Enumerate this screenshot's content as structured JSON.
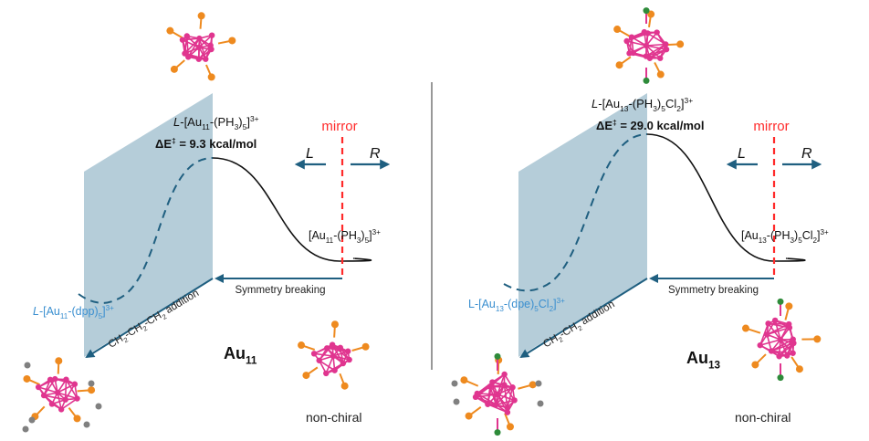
{
  "colors": {
    "plane": "#b5cdd9",
    "arrow": "#1f5f80",
    "mirror": "#ff2a2a",
    "label_blue": "#3a8fd0",
    "cluster": "#e0358f",
    "ligand": "#ee8a1f",
    "carbon": "#808080",
    "chlorine": "#2e8b3a"
  },
  "panels": [
    {
      "id": "au11",
      "mirror_label": "mirror",
      "left_label": "L",
      "right_label": "R",
      "ts_label": [
        {
          "t": "L",
          "i": true
        },
        {
          "t": "-[Au"
        },
        {
          "t": "11",
          "sub": true
        },
        {
          "t": "-(PH"
        },
        {
          "t": "3",
          "sub": true
        },
        {
          "t": ")"
        },
        {
          "t": "5",
          "sub": true
        },
        {
          "t": "]"
        },
        {
          "t": "3+",
          "sup": true
        }
      ],
      "barrier": [
        {
          "t": "ΔE"
        },
        {
          "t": "‡",
          "sup": true
        },
        {
          "t": " = 9.3 kcal/mol"
        }
      ],
      "reactant_label": [
        {
          "t": "[Au"
        },
        {
          "t": "11",
          "sub": true
        },
        {
          "t": "-(PH"
        },
        {
          "t": "3",
          "sub": true
        },
        {
          "t": ")"
        },
        {
          "t": "5",
          "sub": true
        },
        {
          "t": "]"
        },
        {
          "t": "3+",
          "sup": true
        }
      ],
      "product_label": [
        {
          "t": "L",
          "i": true
        },
        {
          "t": "-[Au"
        },
        {
          "t": "11",
          "sub": true
        },
        {
          "t": "-(dpp)"
        },
        {
          "t": "5",
          "sub": true
        },
        {
          "t": "]"
        },
        {
          "t": "3+",
          "sup": true
        }
      ],
      "symmetry_label": "Symmetry breaking",
      "addition_label": [
        {
          "t": "CH"
        },
        {
          "t": "2",
          "sub": true
        },
        {
          "t": "-CH"
        },
        {
          "t": "2",
          "sub": true
        },
        {
          "t": "-CH"
        },
        {
          "t": "2",
          "sub": true
        },
        {
          "t": " addition"
        }
      ],
      "cluster_name": [
        {
          "t": "Au"
        },
        {
          "t": "11",
          "sub": true
        }
      ],
      "nonchiral_label": "non-chiral"
    },
    {
      "id": "au13",
      "mirror_label": "mirror",
      "left_label": "L",
      "right_label": "R",
      "ts_label": [
        {
          "t": "L",
          "i": true
        },
        {
          "t": "-[Au"
        },
        {
          "t": "13",
          "sub": true
        },
        {
          "t": "-(PH"
        },
        {
          "t": "3",
          "sub": true
        },
        {
          "t": ")"
        },
        {
          "t": "5",
          "sub": true
        },
        {
          "t": "Cl"
        },
        {
          "t": "2",
          "sub": true
        },
        {
          "t": "]"
        },
        {
          "t": "3+",
          "sup": true
        }
      ],
      "barrier": [
        {
          "t": "ΔE"
        },
        {
          "t": "‡",
          "sup": true
        },
        {
          "t": " = 29.0 kcal/mol"
        }
      ],
      "reactant_label": [
        {
          "t": "[Au"
        },
        {
          "t": "13",
          "sub": true
        },
        {
          "t": "-(PH"
        },
        {
          "t": "3",
          "sub": true
        },
        {
          "t": ")"
        },
        {
          "t": "5",
          "sub": true
        },
        {
          "t": "Cl"
        },
        {
          "t": "2",
          "sub": true
        },
        {
          "t": "]"
        },
        {
          "t": "3+",
          "sup": true
        }
      ],
      "product_label": [
        {
          "t": "L-[Au"
        },
        {
          "t": "13",
          "sub": true
        },
        {
          "t": "-(dpe)"
        },
        {
          "t": "5",
          "sub": true
        },
        {
          "t": "Cl"
        },
        {
          "t": "2",
          "sub": true
        },
        {
          "t": "]"
        },
        {
          "t": "3+",
          "sup": true
        }
      ],
      "symmetry_label": "Symmetry breaking",
      "addition_label": [
        {
          "t": "CH"
        },
        {
          "t": "2",
          "sub": true
        },
        {
          "t": "-CH"
        },
        {
          "t": "2",
          "sub": true
        },
        {
          "t": " addition"
        }
      ],
      "cluster_name": [
        {
          "t": "Au"
        },
        {
          "t": "13",
          "sub": true
        }
      ],
      "nonchiral_label": "non-chiral"
    }
  ]
}
